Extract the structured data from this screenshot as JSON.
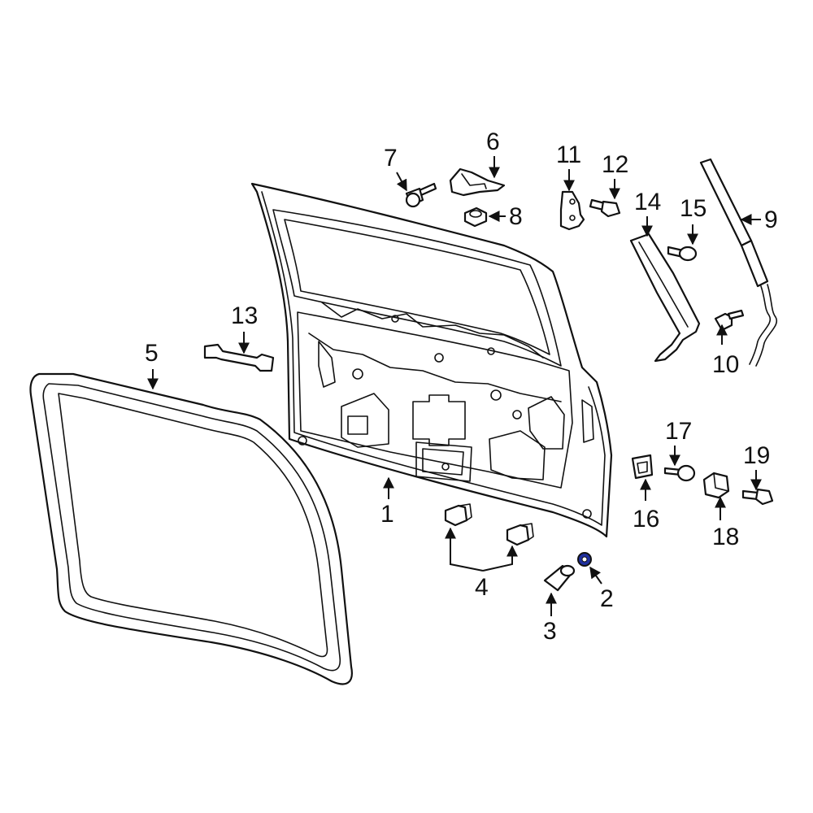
{
  "colors": {
    "line": "#111111",
    "background": "#ffffff",
    "highlight_part": "#1f2f9e"
  },
  "callouts": [
    {
      "id": "1",
      "label": "1"
    },
    {
      "id": "2",
      "label": "2"
    },
    {
      "id": "3",
      "label": "3"
    },
    {
      "id": "4",
      "label": "4"
    },
    {
      "id": "5",
      "label": "5"
    },
    {
      "id": "6",
      "label": "6"
    },
    {
      "id": "7",
      "label": "7"
    },
    {
      "id": "8",
      "label": "8"
    },
    {
      "id": "9",
      "label": "9"
    },
    {
      "id": "10",
      "label": "10"
    },
    {
      "id": "11",
      "label": "11"
    },
    {
      "id": "12",
      "label": "12"
    },
    {
      "id": "13",
      "label": "13"
    },
    {
      "id": "14",
      "label": "14"
    },
    {
      "id": "15",
      "label": "15"
    },
    {
      "id": "16",
      "label": "16"
    },
    {
      "id": "17",
      "label": "17"
    },
    {
      "id": "18",
      "label": "18"
    },
    {
      "id": "19",
      "label": "19"
    }
  ],
  "highlighted_callout": "2"
}
